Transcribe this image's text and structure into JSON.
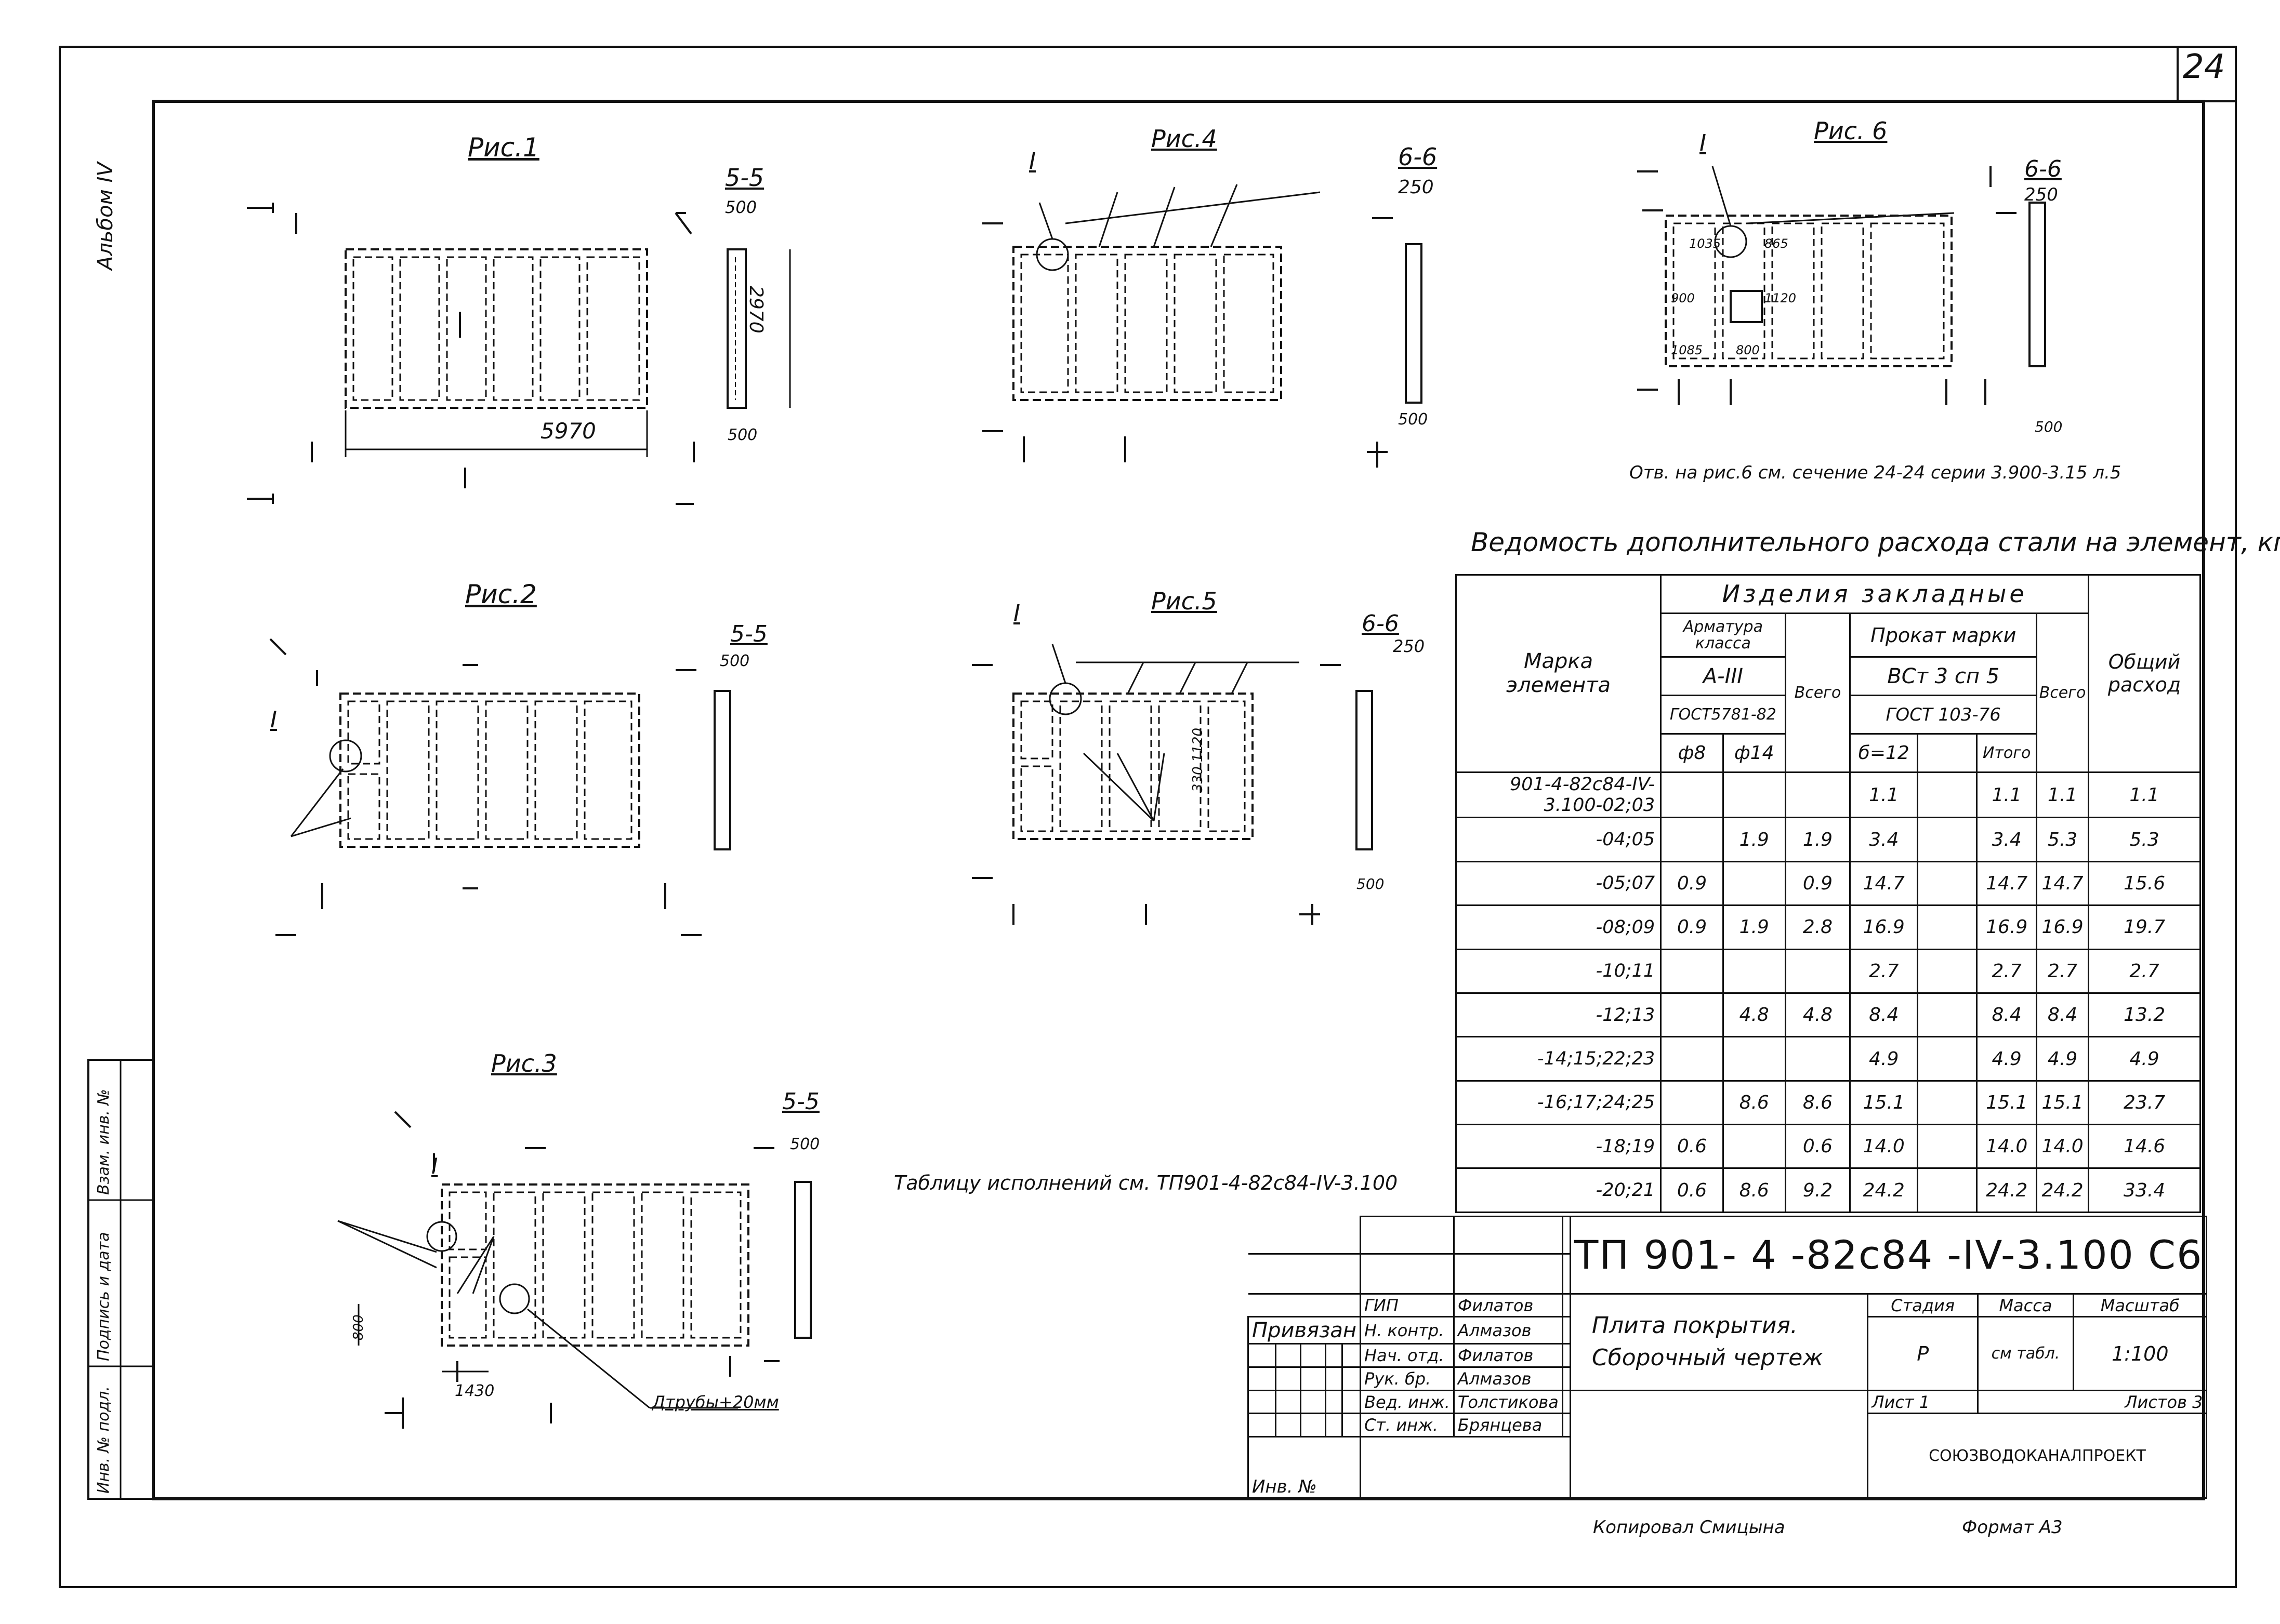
{
  "sheet": {
    "page_number": "24",
    "album": "Альбом IV",
    "copied_by": "Копировал Смицына",
    "format": "Формат А3"
  },
  "side_stamp": [
    "Инв. № подл.",
    "Подпись и дата",
    "Взам. инв. №"
  ],
  "figures": {
    "fig1": {
      "title": "Рис.1",
      "dim_length": "5970",
      "dim_width": "2970",
      "section": "5-5",
      "sec_width": "500",
      "sec_bottom": "500"
    },
    "fig2": {
      "title": "Рис.2",
      "section": "5-5",
      "sec_width": "500"
    },
    "fig3": {
      "title": "Рис.3",
      "section": "5-5",
      "sec_width": "500",
      "dim_800": "800",
      "dim_1430": "1430",
      "hole_note": "Дтрубы+20мм"
    },
    "fig4": {
      "title": "Рис.4",
      "section": "6-6",
      "sec_width": "250",
      "sec_bottom": "500"
    },
    "fig5": {
      "title": "Рис.5",
      "section": "6-6",
      "sec_width": "250",
      "sec_bottom": "500",
      "dim": "330 1120"
    },
    "fig6": {
      "title": "Рис. 6",
      "section": "6-6",
      "sec_width": "250",
      "sec_bottom": "500",
      "dims": [
        "1035",
        "900",
        "1085",
        "800",
        "1120",
        "865"
      ]
    }
  },
  "notes": {
    "fig6_note": "Отв. на рис.6 см. сечение 24-24 серии 3.900-3.15 л.5",
    "exec_table_note": "Таблицу исполнений см. ТП901-4-82с84-IV-3.100"
  },
  "steel_table": {
    "title": "Ведомость дополнительного расхода стали на элемент, кг",
    "headers": {
      "mark": "Марка элемента",
      "embedded": "Изделия закладные",
      "rebar": "Арматура класса",
      "rebar_class": "A-III",
      "rebar_gost": "ГОСТ5781-82",
      "d8": "ф8",
      "d14": "ф14",
      "total1": "Всего",
      "rolled": "Прокат марки",
      "rolled_grade": "ВСт 3 сп 5",
      "rolled_gost": "ГОСТ 103-76",
      "delta": "б=12",
      "subtotal": "Итого",
      "total2": "Всего",
      "overall": "Общий расход"
    },
    "rows": [
      [
        "901-4-82с84-ІV-3.100-02;03",
        "",
        "",
        "",
        "1.1",
        "",
        "1.1",
        "1.1",
        "1.1"
      ],
      [
        "-04;05",
        "",
        "1.9",
        "1.9",
        "3.4",
        "",
        "3.4",
        "5.3",
        "5.3"
      ],
      [
        "-05;07",
        "0.9",
        "",
        "0.9",
        "14.7",
        "",
        "14.7",
        "14.7",
        "15.6"
      ],
      [
        "-08;09",
        "0.9",
        "1.9",
        "2.8",
        "16.9",
        "",
        "16.9",
        "16.9",
        "19.7"
      ],
      [
        "-10;11",
        "",
        "",
        "",
        "2.7",
        "",
        "2.7",
        "2.7",
        "2.7"
      ],
      [
        "-12;13",
        "",
        "4.8",
        "4.8",
        "8.4",
        "",
        "8.4",
        "8.4",
        "13.2"
      ],
      [
        "-14;15;22;23",
        "",
        "",
        "",
        "4.9",
        "",
        "4.9",
        "4.9",
        "4.9"
      ],
      [
        "-16;17;24;25",
        "",
        "8.6",
        "8.6",
        "15.1",
        "",
        "15.1",
        "15.1",
        "23.7"
      ],
      [
        "-18;19",
        "0.6",
        "",
        "0.6",
        "14.0",
        "",
        "14.0",
        "14.0",
        "14.6"
      ],
      [
        "-20;21",
        "0.6",
        "8.6",
        "9.2",
        "24.2",
        "",
        "24.2",
        "24.2",
        "33.4"
      ]
    ]
  },
  "title_block": {
    "code": "ТП 901- 4 -82с84 -IV-3.100 С6",
    "name_line1": "Плита покрытия.",
    "name_line2": "Сборочный чертеж",
    "stage_label": "Стадия",
    "mass_label": "Масса",
    "scale_label": "Масштаб",
    "stage": "Р",
    "mass": "см табл.",
    "scale": "1:100",
    "sheet": "Лист 1",
    "sheets": "Листов 3",
    "org": "СОЮЗВОДОКАНАЛПРОЕКТ",
    "attached": "Привязан",
    "inv": "Инв. №",
    "staff": [
      {
        "role": "ГИП",
        "name": "Филатов"
      },
      {
        "role": "Н. контр.",
        "name": "Алмазов"
      },
      {
        "role": "Нач. отд.",
        "name": "Филатов"
      },
      {
        "role": "Рук. бр.",
        "name": "Алмазов"
      },
      {
        "role": "Вед. инж.",
        "name": "Толстикова"
      },
      {
        "role": "Ст. инж.",
        "name": "Брянцева"
      }
    ]
  }
}
